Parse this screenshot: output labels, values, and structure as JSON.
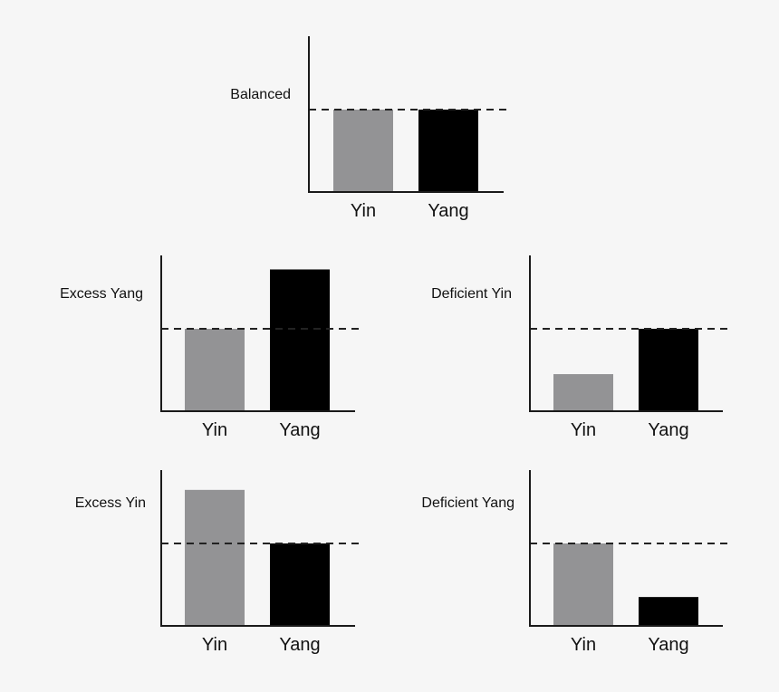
{
  "colors": {
    "background": "#f6f6f6",
    "yin": "#939395",
    "yang": "#000000",
    "axis": "#1a1a1a",
    "reference_line": "#222222"
  },
  "chart_data": [
    {
      "type": "bar",
      "title": "Balanced",
      "categories": [
        "Yin",
        "Yang"
      ],
      "values": [
        1.0,
        1.0
      ],
      "reference_line": 1.0,
      "ylim": [
        0,
        1.85
      ],
      "grid": false,
      "legend": "none"
    },
    {
      "type": "bar",
      "title": "Excess Yang",
      "categories": [
        "Yin",
        "Yang"
      ],
      "values": [
        1.0,
        1.72
      ],
      "reference_line": 1.0,
      "ylim": [
        0,
        1.85
      ],
      "grid": false,
      "legend": "none"
    },
    {
      "type": "bar",
      "title": "Deficient Yin",
      "categories": [
        "Yin",
        "Yang"
      ],
      "values": [
        0.45,
        1.0
      ],
      "reference_line": 1.0,
      "ylim": [
        0,
        1.85
      ],
      "grid": false,
      "legend": "none"
    },
    {
      "type": "bar",
      "title": "Excess Yin",
      "categories": [
        "Yin",
        "Yang"
      ],
      "values": [
        1.65,
        1.0
      ],
      "reference_line": 1.0,
      "ylim": [
        0,
        1.85
      ],
      "grid": false,
      "legend": "none"
    },
    {
      "type": "bar",
      "title": "Deficient Yang",
      "categories": [
        "Yin",
        "Yang"
      ],
      "values": [
        1.0,
        0.35
      ],
      "reference_line": 1.0,
      "ylim": [
        0,
        1.85
      ],
      "grid": false,
      "legend": "none"
    }
  ]
}
